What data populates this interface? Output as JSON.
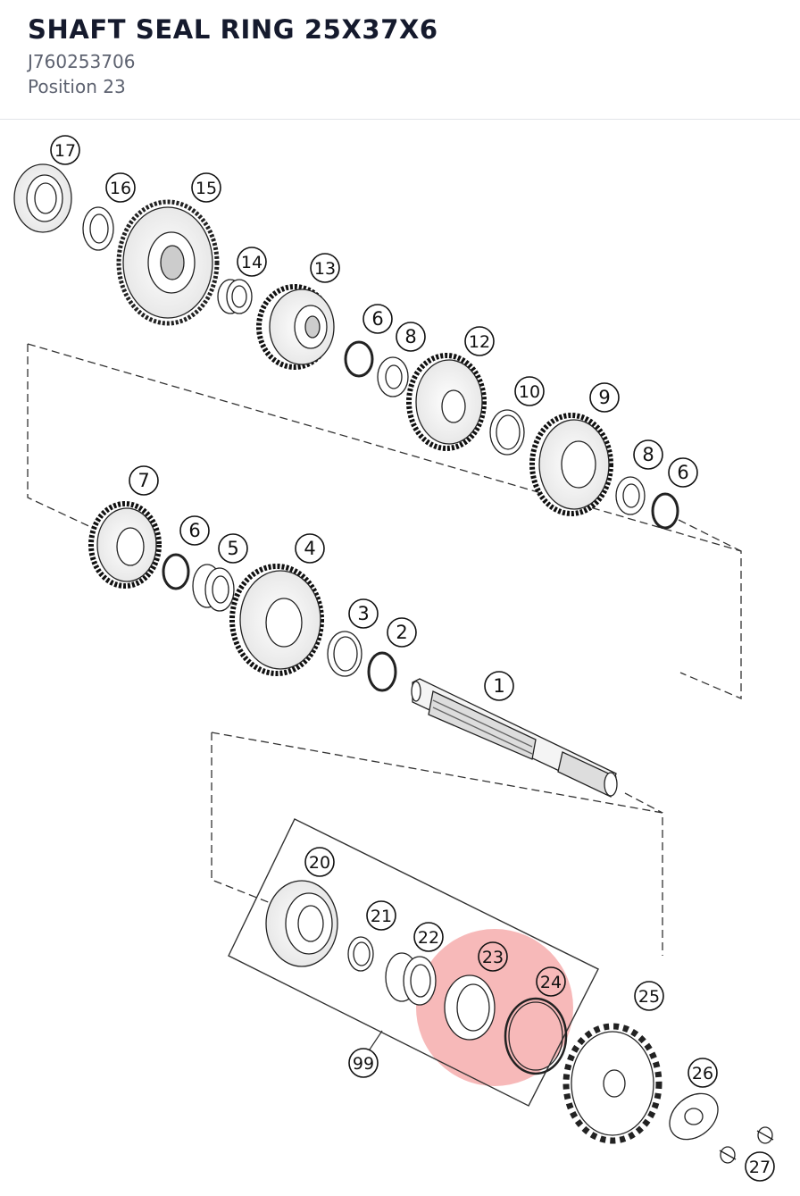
{
  "header": {
    "title": "SHAFT SEAL RING 25X37X6",
    "part_number": "J760253706",
    "position": "Position 23"
  },
  "diagram": {
    "highlight_color": "#f08080",
    "callouts": [
      {
        "id": "c17",
        "label": "17",
        "highlighted": false
      },
      {
        "id": "c16",
        "label": "16",
        "highlighted": false
      },
      {
        "id": "c15",
        "label": "15",
        "highlighted": false
      },
      {
        "id": "c14",
        "label": "14",
        "highlighted": false
      },
      {
        "id": "c13",
        "label": "13",
        "highlighted": false
      },
      {
        "id": "c6a",
        "label": "6",
        "highlighted": false
      },
      {
        "id": "c8a",
        "label": "8",
        "highlighted": false
      },
      {
        "id": "c12",
        "label": "12",
        "highlighted": false
      },
      {
        "id": "c10",
        "label": "10",
        "highlighted": false
      },
      {
        "id": "c9",
        "label": "9",
        "highlighted": false
      },
      {
        "id": "c8b",
        "label": "8",
        "highlighted": false
      },
      {
        "id": "c6b",
        "label": "6",
        "highlighted": false
      },
      {
        "id": "c7",
        "label": "7",
        "highlighted": false
      },
      {
        "id": "c6c",
        "label": "6",
        "highlighted": false
      },
      {
        "id": "c5",
        "label": "5",
        "highlighted": false
      },
      {
        "id": "c4",
        "label": "4",
        "highlighted": false
      },
      {
        "id": "c3",
        "label": "3",
        "highlighted": false
      },
      {
        "id": "c2",
        "label": "2",
        "highlighted": false
      },
      {
        "id": "c1",
        "label": "1",
        "highlighted": false
      },
      {
        "id": "c20",
        "label": "20",
        "highlighted": false
      },
      {
        "id": "c21",
        "label": "21",
        "highlighted": false
      },
      {
        "id": "c22",
        "label": "22",
        "highlighted": false
      },
      {
        "id": "c23",
        "label": "23",
        "highlighted": true
      },
      {
        "id": "c24",
        "label": "24",
        "highlighted": true
      },
      {
        "id": "c25",
        "label": "25",
        "highlighted": false
      },
      {
        "id": "c26",
        "label": "26",
        "highlighted": false
      },
      {
        "id": "c99",
        "label": "99",
        "highlighted": false
      },
      {
        "id": "c27",
        "label": "27",
        "highlighted": false
      }
    ]
  }
}
